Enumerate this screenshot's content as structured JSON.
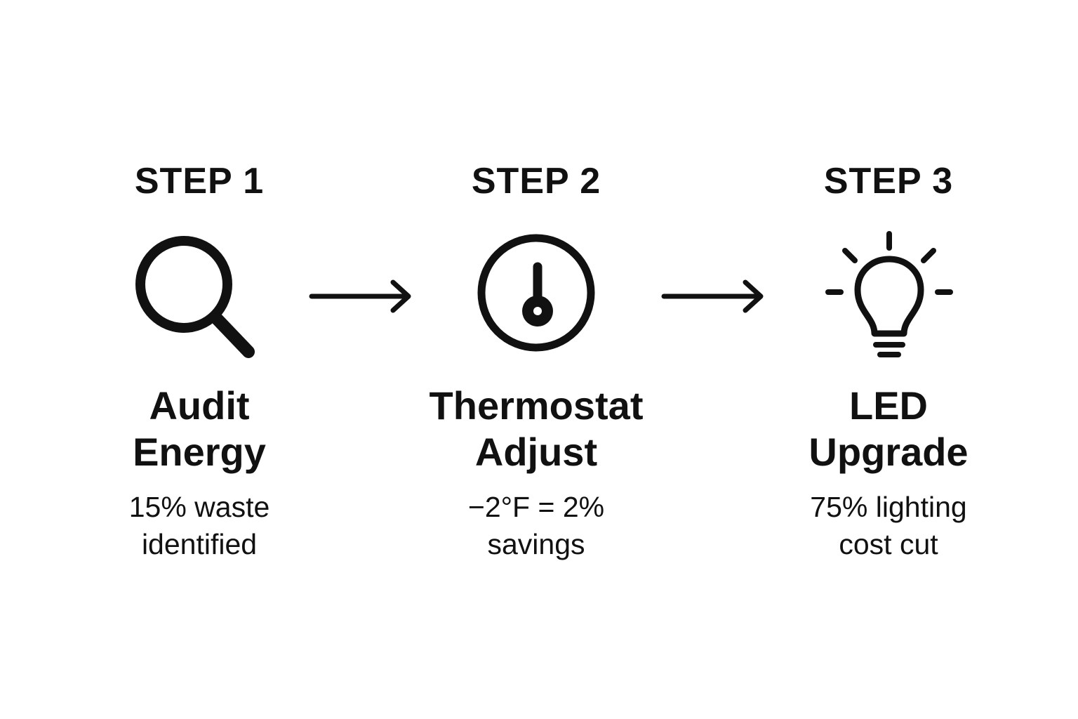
{
  "steps": [
    {
      "label": "STEP 1",
      "icon": "magnifying-glass-icon",
      "title_lines": [
        "Audit",
        "Energy"
      ],
      "desc_lines": [
        "15% waste",
        "identified"
      ]
    },
    {
      "label": "STEP 2",
      "icon": "thermometer-icon",
      "title_lines": [
        "Thermostat",
        "Adjust"
      ],
      "desc_lines": [
        "−2°F = 2%",
        "savings"
      ]
    },
    {
      "label": "STEP 3",
      "icon": "light-bulb-icon",
      "title_lines": [
        "LED",
        "Upgrade"
      ],
      "desc_lines": [
        "75% lighting",
        "cost cut"
      ]
    }
  ],
  "colors": {
    "foreground": "#111111",
    "background": "#ffffff"
  }
}
